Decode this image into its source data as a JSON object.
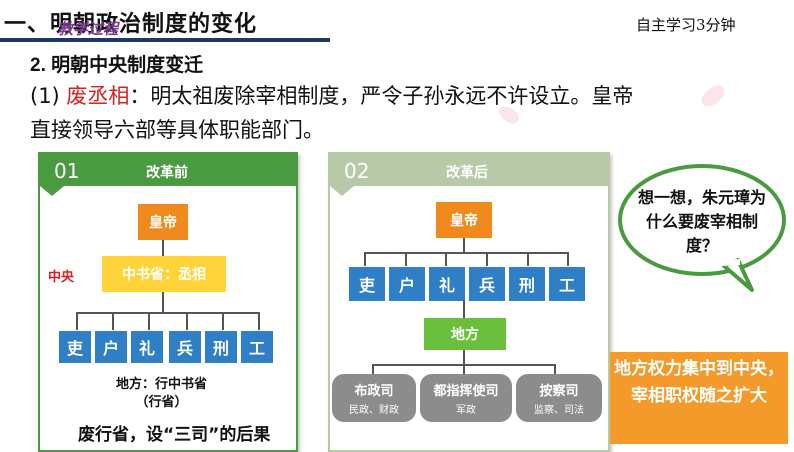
{
  "header": {
    "title": "一、明朝政治制度的变化",
    "watermark": "教学过程",
    "self_study": "自主学习3分钟",
    "subtitle": "2. 明朝中央制度变迁",
    "line1_prefix": "(1) ",
    "line1_highlight": "废丞相",
    "line1_rest": "：明太祖废除宰相制度，严令子孙永远不许设立。皇帝",
    "line2": "直接领导六部等具体职能部门。"
  },
  "panel_before": {
    "number": "01",
    "title": "改革前",
    "emperor": "皇帝",
    "central_label": "中央",
    "secretariat": "中书省：丞相",
    "ministries": [
      "吏",
      "户",
      "礼",
      "兵",
      "刑",
      "工"
    ],
    "local_line1": "地方：行中书省",
    "local_line2": "（行省）"
  },
  "panel_after": {
    "number": "02",
    "title": "改革后",
    "emperor": "皇帝",
    "ministries": [
      "吏",
      "户",
      "礼",
      "兵",
      "刑",
      "工"
    ],
    "local": "地方",
    "offices": [
      {
        "name": "布政司",
        "duty": "民政、财政"
      },
      {
        "name": "都指挥使司",
        "duty": "军政"
      },
      {
        "name": "按察司",
        "duty": "监察、司法"
      }
    ]
  },
  "bottom_note": "废行省，设“三司”的后果",
  "think_bubble": "想一想，朱元璋为什么要废宰相制度？",
  "conclusion": "地方权力集中到中央，宰相职权随之扩大",
  "colors": {
    "accent_green": "#4a9a3f",
    "orange": "#f08a1c",
    "blue": "#2f7fc6",
    "highlight_red": "#d82020"
  }
}
